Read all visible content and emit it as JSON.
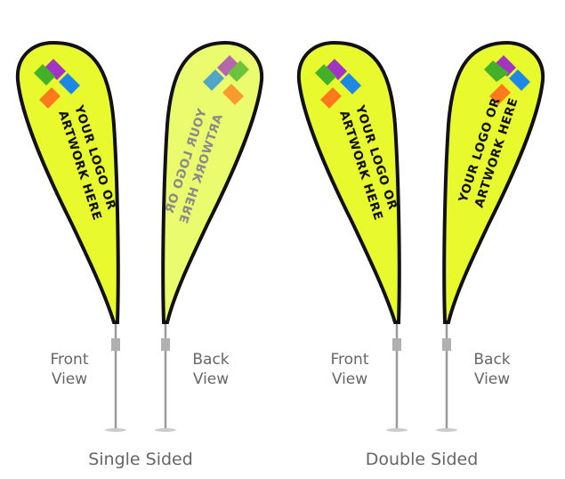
{
  "colors": {
    "flag_fill": "#e8fa2e",
    "flag_fill_back": "#eafc6e",
    "flag_border": "#111111",
    "pole": "#9a9a9a",
    "label_text": "#666666",
    "front_text": "#111111",
    "back_text": "#8a8a8a"
  },
  "flags": [
    {
      "name": "single-front",
      "text_line1": "YOUR LOGO OR",
      "text_line2": "ARTWORK HERE",
      "view_line1": "Front",
      "view_line2": "View"
    },
    {
      "name": "single-back",
      "text_line1": "YOUR LOGO OR",
      "text_line2": "ARTWORK HERE",
      "view_line1": "Back",
      "view_line2": "View"
    },
    {
      "name": "double-front",
      "text_line1": "YOUR LOGO OR",
      "text_line2": "ARTWORK HERE",
      "view_line1": "Front",
      "view_line2": "View"
    },
    {
      "name": "double-back",
      "text_line1": "YOUR LOGO OR",
      "text_line2": "ARTWORK HERE",
      "view_line1": "Back",
      "view_line2": "View"
    }
  ],
  "groups": {
    "single_label": "Single Sided",
    "double_label": "Double Sided"
  }
}
